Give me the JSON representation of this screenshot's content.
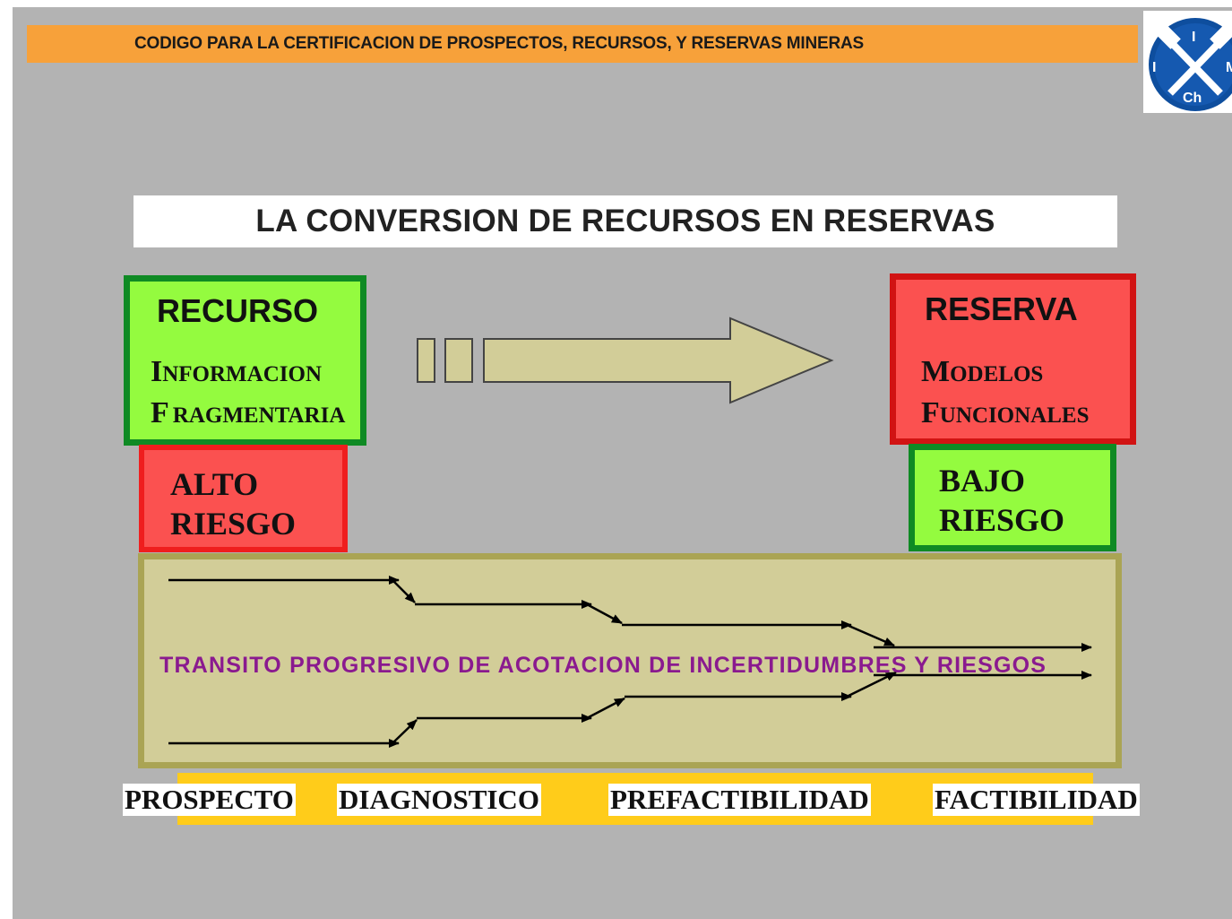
{
  "header": {
    "text": "CODIGO PARA LA CERTIFICACION DE PROSPECTOS, RECURSOS, Y RESERVAS MINERAS"
  },
  "logo": {
    "letters_top": "I",
    "letters_left": "I",
    "letters_right": "M",
    "letters_bottom": "Ch",
    "icon": "crossed-hammers-icon"
  },
  "title": "LA CONVERSION DE RECURSOS EN RESERVAS",
  "recurso": {
    "heading": "RECURSO",
    "line1_initial": "I",
    "line1_rest": "NFORMACION",
    "line2_initial": "F",
    "line2_rest": "RAGMENTARIA"
  },
  "reserva": {
    "heading": "RESERVA",
    "line1_initial": "M",
    "line1_rest": "ODELOS",
    "line2_initial": "F",
    "line2_rest": "UNCIONALES"
  },
  "alto_riesgo": {
    "line1": "ALTO",
    "line2": "RIESGO"
  },
  "bajo_riesgo": {
    "line1": "BAJO",
    "line2": "RIESGO"
  },
  "transit": {
    "label": "TRANSITO PROGRESIVO DE ACOTACION DE INCERTIDUMBRES Y RIESGOS"
  },
  "stages": [
    "PROSPECTO",
    "DIAGNOSTICO",
    "PREFACTIBILIDAD",
    "FACTIBILIDAD"
  ],
  "colors": {
    "header": "#f7a13a",
    "green": "#94fb3f",
    "red": "#fb5150",
    "transit": "#d2cd98",
    "stage_bar": "#ffcc1a",
    "label": "#8a1a8f"
  }
}
